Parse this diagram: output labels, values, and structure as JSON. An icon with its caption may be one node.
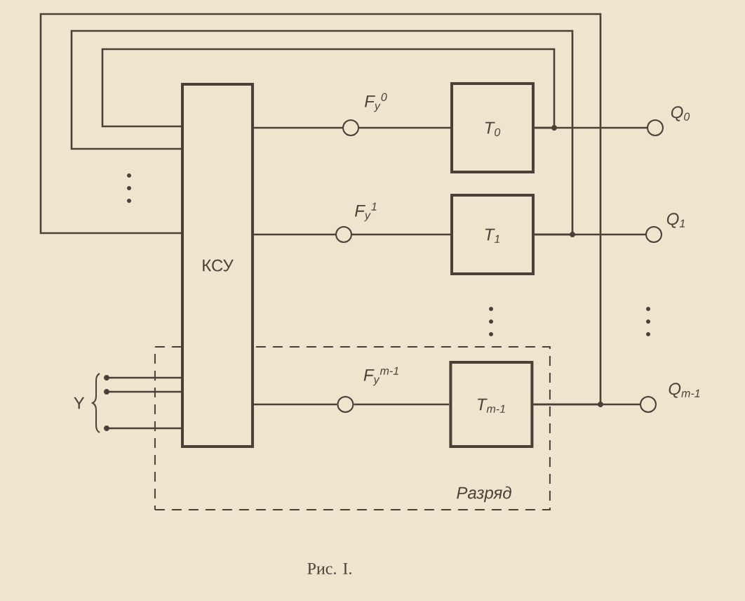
{
  "diagram": {
    "caption": "Рис. I.",
    "nodes": [
      {
        "text": [
          "Разряд"
        ]
      },
      {
        "text": [
          "КСУ"
        ]
      },
      {
        "text": [],
        "shape": "circle",
        "beside": [
          "F$_{у}$$^{0}$"
        ]
      },
      {
        "text": [
          "T$_{0}$"
        ]
      },
      {
        "text": [],
        "shape": "circle",
        "beside": [
          "F$_{у}$$^{1}$"
        ]
      },
      {
        "text": [
          "T$_{1}$"
        ]
      },
      {
        "text": [],
        "shape": "circle",
        "beside": [
          "F$_{у}$$^{m-1}$"
        ],
        "in": 0
      },
      {
        "text": [
          "T$_{m-1}$"
        ],
        "in": 0
      },
      {
        "text": [],
        "shape": "circle",
        "beside": [
          "Q$_{0}$"
        ]
      },
      {
        "text": [],
        "shape": "circle",
        "beside": [
          "Q$_{1}$"
        ]
      },
      {
        "text": [],
        "shape": "circle",
        "beside": [
          "Q$_{m-1}$"
        ]
      },
      {
        "text": [
          "Y"
        ]
      }
    ],
    "edges": [
      {
        "from": 1,
        "to": 2,
        "arrow": "none"
      },
      {
        "from": 2,
        "to": 3,
        "arrow": "none"
      },
      {
        "from": 3,
        "to": 8,
        "arrow": "none"
      },
      {
        "from": 1,
        "to": 4,
        "arrow": "none"
      },
      {
        "from": 4,
        "to": 5,
        "arrow": "none"
      },
      {
        "from": 5,
        "to": 9,
        "arrow": "none"
      },
      {
        "from": 1,
        "to": 6,
        "arrow": "none"
      },
      {
        "from": 6,
        "to": 7,
        "arrow": "none"
      },
      {
        "from": 7,
        "to": 10,
        "arrow": "none"
      },
      {
        "from": 3,
        "to": 1,
        "arrow": "none"
      },
      {
        "from": 5,
        "to": 1,
        "arrow": "none"
      },
      {
        "from": 7,
        "to": 1,
        "arrow": "none"
      },
      {
        "from": 11,
        "to": 1,
        "arrow": "none"
      },
      {
        "from": 11,
        "to": 1,
        "arrow": "none"
      },
      {
        "from": 11,
        "to": 1,
        "arrow": "none"
      }
    ]
  }
}
